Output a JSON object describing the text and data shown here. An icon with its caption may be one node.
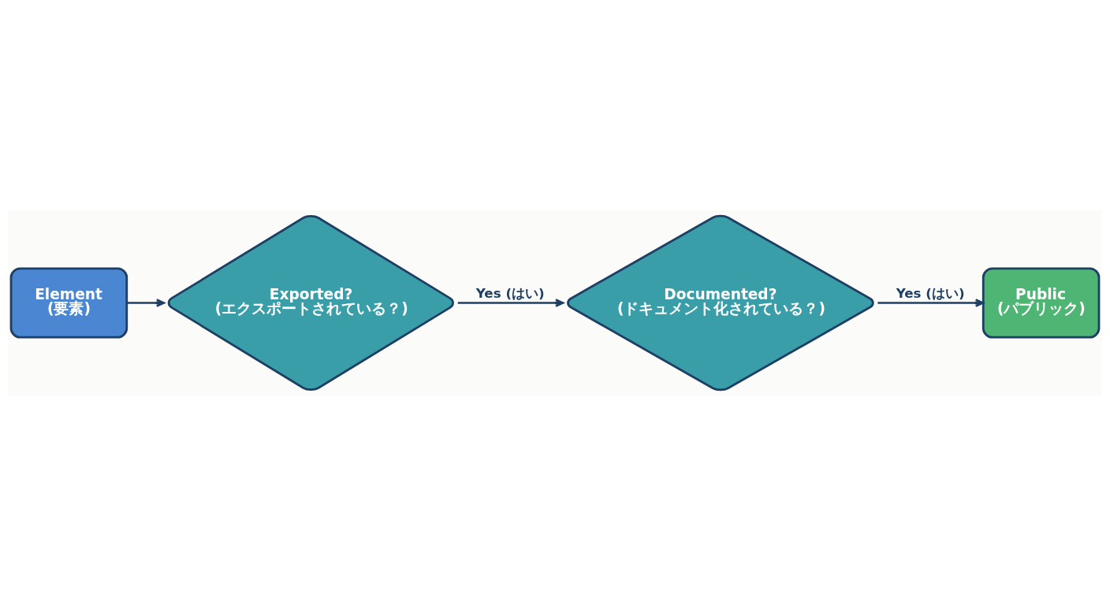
{
  "diagram": {
    "nodes": [
      {
        "text": [
          "Element",
          "(要素)"
        ]
      },
      {
        "text": [
          "Exported?",
          "(エクスポートされている？)"
        ]
      },
      {
        "text": [
          "Documented?",
          "(ドキュメント化されている？)"
        ]
      },
      {
        "text": [
          "Public",
          "(パブリック)"
        ]
      }
    ],
    "edges": [
      {
        "from": 0,
        "to": 1,
        "arrow": "to"
      },
      {
        "from": 1,
        "to": 2,
        "arrow": "to",
        "label": "Yes (はい)"
      },
      {
        "from": 2,
        "to": 3,
        "arrow": "to",
        "label": "Yes (はい)"
      }
    ]
  }
}
